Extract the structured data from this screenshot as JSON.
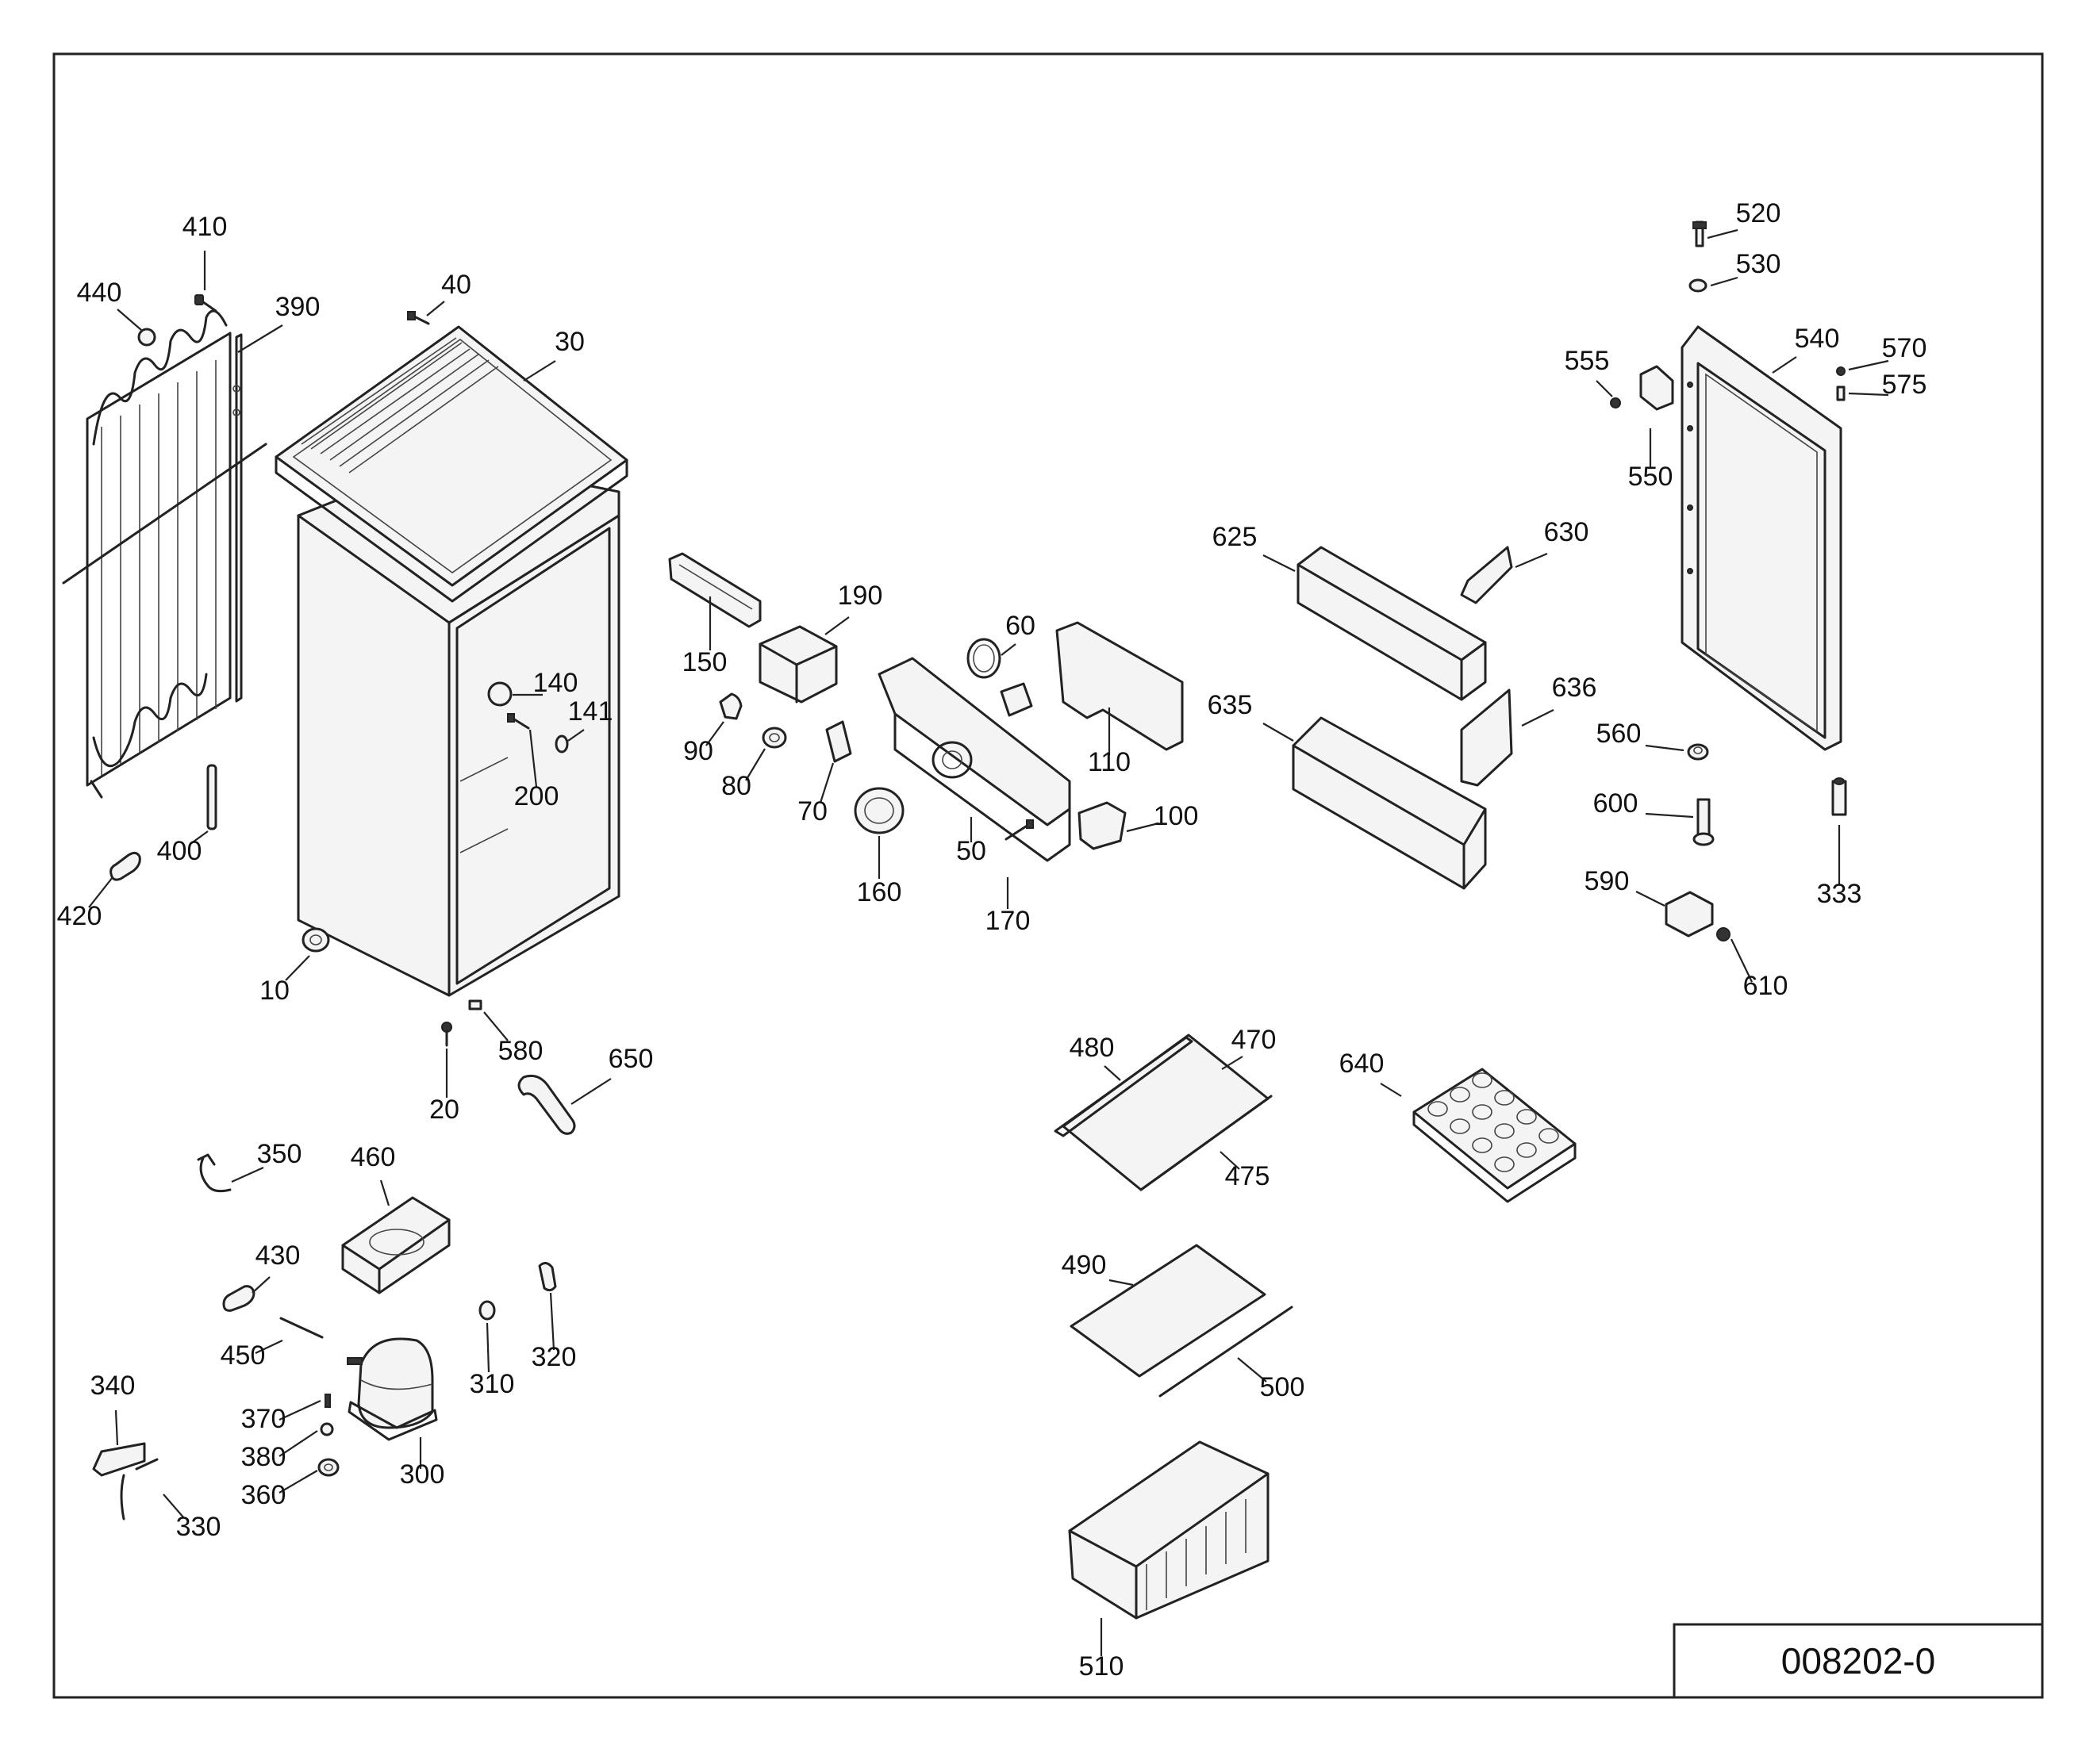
{
  "drawing_number": "008202-0",
  "parts": [
    {
      "label": "410"
    },
    {
      "label": "440"
    },
    {
      "label": "390"
    },
    {
      "label": "40"
    },
    {
      "label": "30"
    },
    {
      "label": "400"
    },
    {
      "label": "420"
    },
    {
      "label": "10"
    },
    {
      "label": "140"
    },
    {
      "label": "141"
    },
    {
      "label": "200"
    },
    {
      "label": "20"
    },
    {
      "label": "580"
    },
    {
      "label": "650"
    },
    {
      "label": "150"
    },
    {
      "label": "190"
    },
    {
      "label": "90"
    },
    {
      "label": "80"
    },
    {
      "label": "70"
    },
    {
      "label": "60"
    },
    {
      "label": "110"
    },
    {
      "label": "100"
    },
    {
      "label": "50"
    },
    {
      "label": "160"
    },
    {
      "label": "170"
    },
    {
      "label": "625"
    },
    {
      "label": "630"
    },
    {
      "label": "635"
    },
    {
      "label": "636"
    },
    {
      "label": "520"
    },
    {
      "label": "530"
    },
    {
      "label": "555"
    },
    {
      "label": "540"
    },
    {
      "label": "570"
    },
    {
      "label": "575"
    },
    {
      "label": "550"
    },
    {
      "label": "560"
    },
    {
      "label": "600"
    },
    {
      "label": "590"
    },
    {
      "label": "610"
    },
    {
      "label": "333"
    },
    {
      "label": "480"
    },
    {
      "label": "470"
    },
    {
      "label": "475"
    },
    {
      "label": "640"
    },
    {
      "label": "490"
    },
    {
      "label": "500"
    },
    {
      "label": "510"
    },
    {
      "label": "350"
    },
    {
      "label": "460"
    },
    {
      "label": "430"
    },
    {
      "label": "450"
    },
    {
      "label": "370"
    },
    {
      "label": "380"
    },
    {
      "label": "360"
    },
    {
      "label": "300"
    },
    {
      "label": "310"
    },
    {
      "label": "320"
    },
    {
      "label": "340"
    },
    {
      "label": "330"
    }
  ]
}
